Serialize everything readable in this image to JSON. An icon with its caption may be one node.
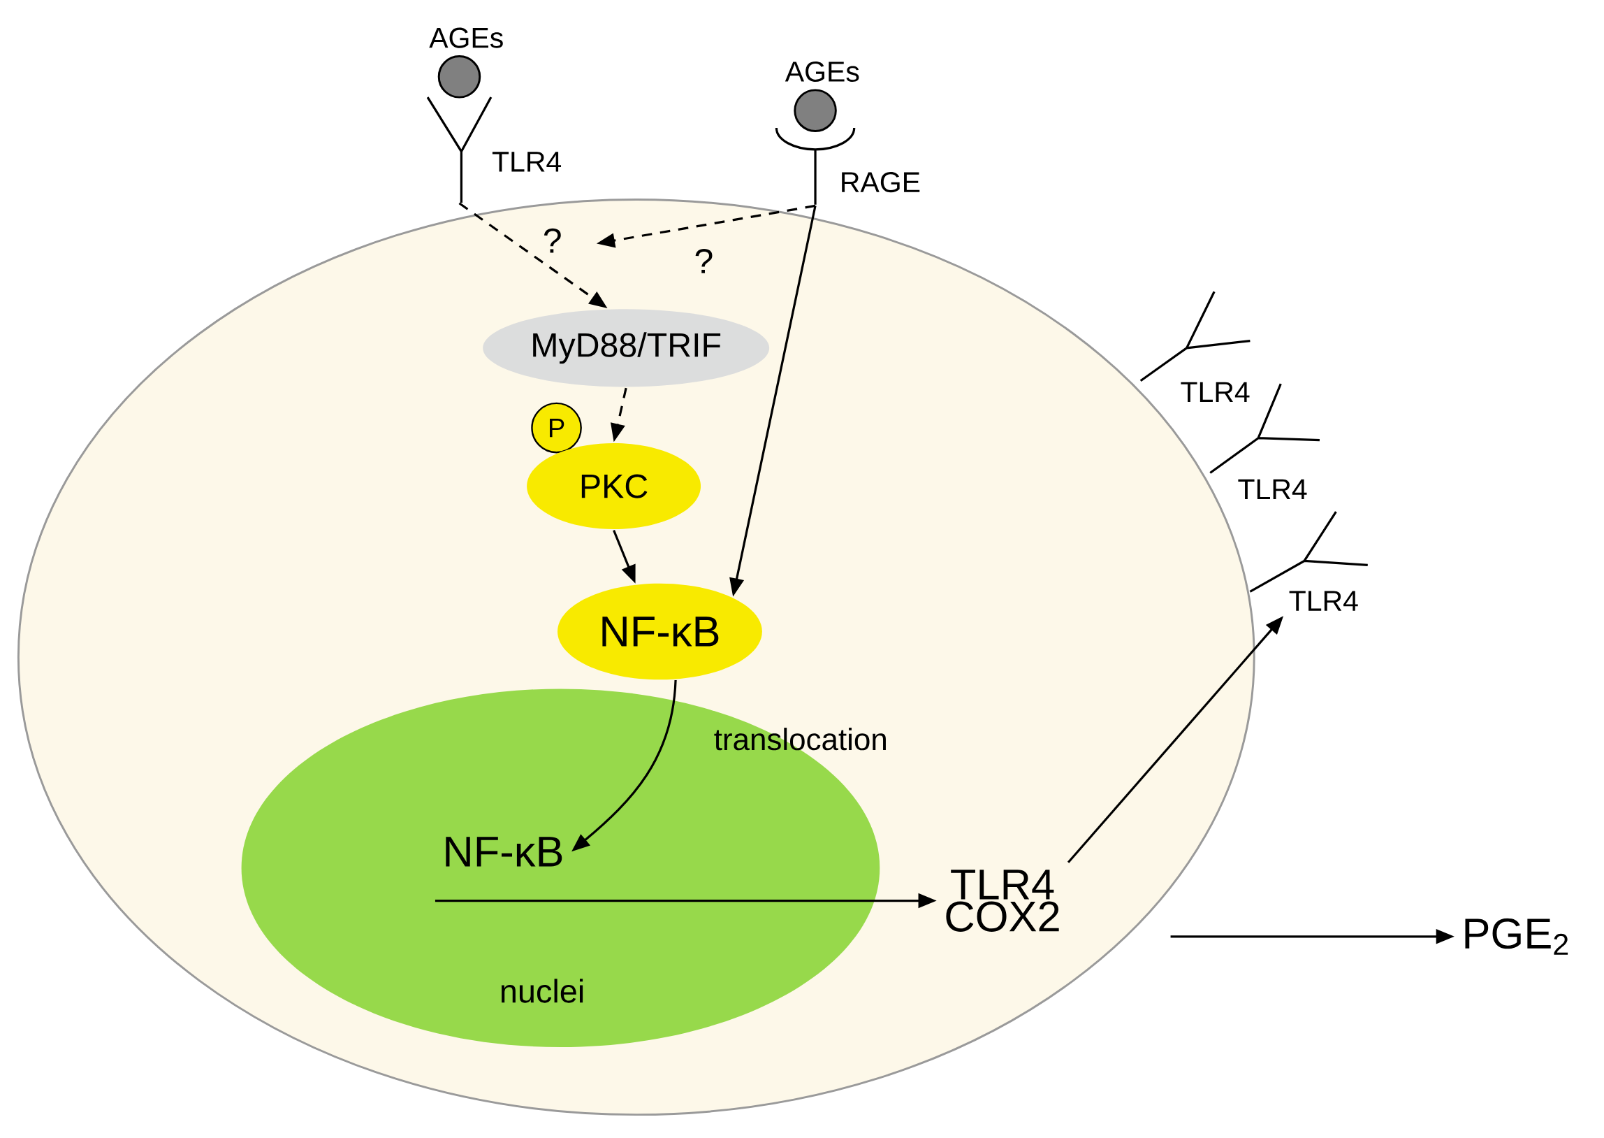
{
  "diagram": {
    "nodes": [
      {
        "text": [],
        "shape": "ellipse"
      },
      {
        "text": [
          "AGEs"
        ]
      },
      {
        "text": [
          "TLR4"
        ]
      },
      {
        "text": [
          "AGEs"
        ]
      },
      {
        "text": [
          "RAGE"
        ]
      },
      {
        "text": [
          "MyD88/TRIF"
        ],
        "in": 0
      },
      {
        "text": [
          "P"
        ],
        "in": 0
      },
      {
        "text": [
          "PKC"
        ],
        "in": 0
      },
      {
        "text": [
          "NF-κB"
        ],
        "in": 0
      },
      {
        "text": [
          "nuclei"
        ],
        "in": 0
      },
      {
        "text": [
          "NF-κB"
        ],
        "in": 9
      },
      {
        "text": [
          "TLR4",
          "COX2"
        ],
        "in": 0
      },
      {
        "text": [
          "TLR4"
        ]
      },
      {
        "text": [
          "TLR4"
        ]
      },
      {
        "text": [
          "TLR4"
        ]
      },
      {
        "text": [
          "PGE$_{2}$"
        ]
      }
    ],
    "edges": [
      {
        "from": 2,
        "to": 5,
        "arrow": "to",
        "style": "dashed"
      },
      {
        "from": 4,
        "to": null,
        "arrow": "to",
        "style": "dashed"
      },
      {
        "from": 4,
        "to": 8,
        "arrow": "to"
      },
      {
        "from": 5,
        "to": 7,
        "arrow": "to",
        "style": "dashed"
      },
      {
        "from": 7,
        "to": 8,
        "arrow": "to"
      },
      {
        "from": 8,
        "to": 10,
        "arrow": "to",
        "label": "translocation"
      },
      {
        "from": 10,
        "to": 11,
        "arrow": "to"
      },
      {
        "from": 11,
        "to": 14,
        "arrow": "to"
      },
      {
        "from": 11,
        "to": 15,
        "arrow": "to"
      }
    ],
    "labels": [
      "?",
      "?"
    ]
  }
}
